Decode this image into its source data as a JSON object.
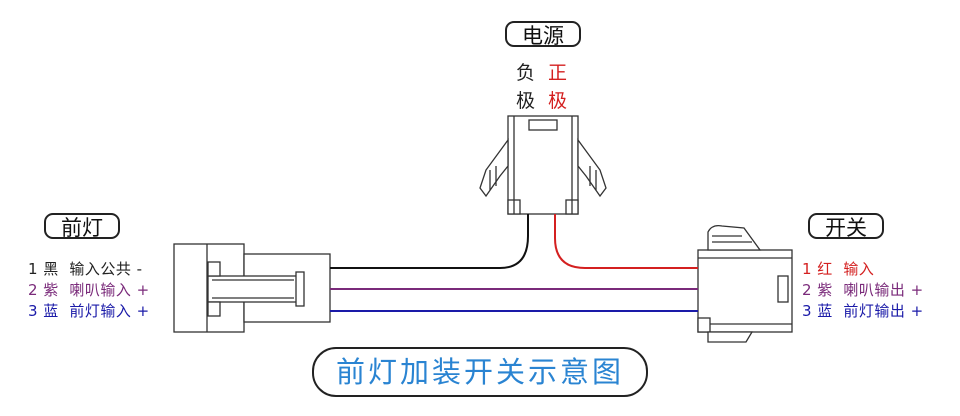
{
  "labels": {
    "power": "电源",
    "headlight": "前灯",
    "switch": "开关"
  },
  "power_polarity": {
    "neg_1": "负",
    "neg_2": "极",
    "pos_1": "正",
    "pos_2": "极"
  },
  "headlight_pins": [
    {
      "text": "1 黑  输入公共 -"
    },
    {
      "text": "2 紫  喇叭输入 +"
    },
    {
      "text": "3 蓝  前灯输入 +"
    }
  ],
  "switch_pins": [
    {
      "text": "1 红  输入"
    },
    {
      "text": "2 紫  喇叭输出 +"
    },
    {
      "text": "3 蓝  前灯输出 +"
    }
  ],
  "title": "前灯加装开关示意图",
  "colors": {
    "black_wire": "#111111",
    "red_wire": "#d42020",
    "purple_wire": "#7a2a7a",
    "blue_wire": "#1a1aa8",
    "title": "#2a84d2"
  }
}
